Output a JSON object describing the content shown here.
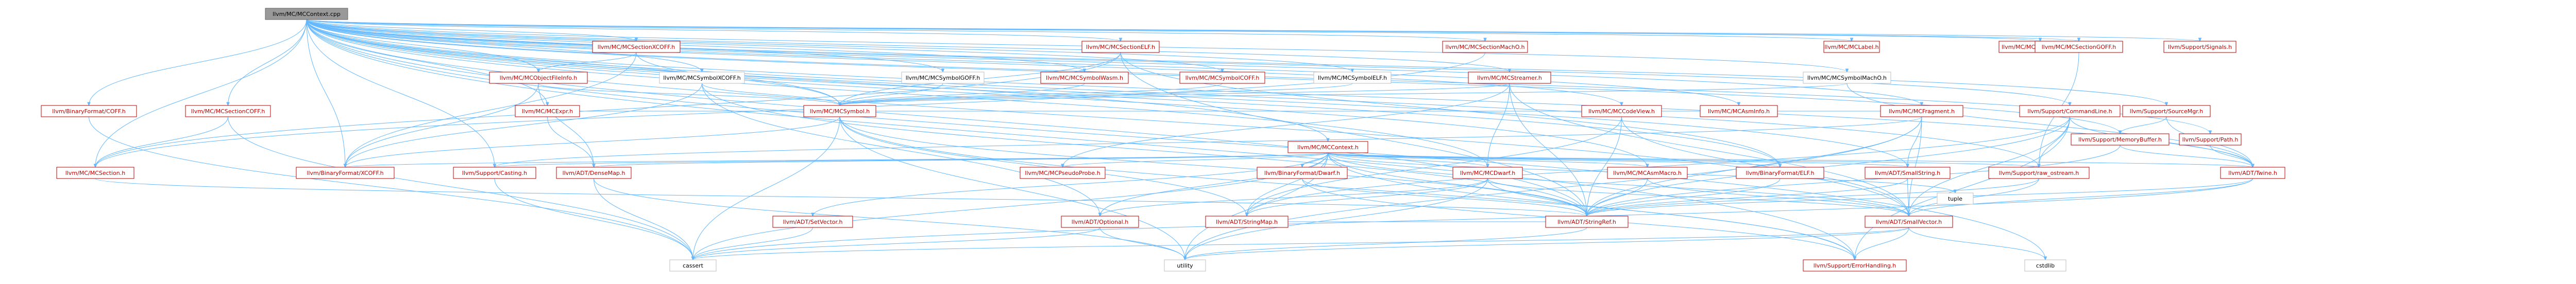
{
  "colors": {
    "edge": "#63b8ff",
    "root_fill": "#999999",
    "root_border": "#666666",
    "node_fill": "#ffffff",
    "node_border_red": "#bf0000",
    "node_border_gray": "#bfbfbf",
    "text_red": "#bf0000",
    "text_black": "#000000"
  },
  "nodes": [
    {
      "id": "root",
      "label": "llvm/MC/MCContext.cpp",
      "style": "root"
    },
    {
      "id": "mclabel",
      "label": "llvm/MC/MCLabel.h",
      "style": "red"
    },
    {
      "id": "secwasm",
      "label": "llvm/MC/MCSectionWasm.h",
      "style": "red"
    },
    {
      "id": "signals",
      "label": "llvm/Support/Signals.h",
      "style": "red"
    },
    {
      "id": "secxcoff",
      "label": "llvm/MC/MCSectionXCOFF.h",
      "style": "red"
    },
    {
      "id": "secelf",
      "label": "llvm/MC/MCSectionELF.h",
      "style": "red"
    },
    {
      "id": "secmacho",
      "label": "llvm/MC/MCSectionMachO.h",
      "style": "red"
    },
    {
      "id": "secgoff",
      "label": "llvm/MC/MCSectionGOFF.h",
      "style": "red"
    },
    {
      "id": "objfileinfo",
      "label": "llvm/MC/MCObjectFileInfo.h",
      "style": "red"
    },
    {
      "id": "symxcoff",
      "label": "llvm/MC/MCSymbolXCOFF.h",
      "style": "gray"
    },
    {
      "id": "symgoff",
      "label": "llvm/MC/MCSymbolGOFF.h",
      "style": "gray"
    },
    {
      "id": "symwasm",
      "label": "llvm/MC/MCSymbolWasm.h",
      "style": "red"
    },
    {
      "id": "symcoff",
      "label": "llvm/MC/MCSymbolCOFF.h",
      "style": "red"
    },
    {
      "id": "symelf",
      "label": "llvm/MC/MCSymbolELF.h",
      "style": "gray"
    },
    {
      "id": "streamer",
      "label": "llvm/MC/MCStreamer.h",
      "style": "red"
    },
    {
      "id": "symmacho",
      "label": "llvm/MC/MCSymbolMachO.h",
      "style": "gray"
    },
    {
      "id": "binfmtcoff",
      "label": "llvm/BinaryFormat/COFF.h",
      "style": "red"
    },
    {
      "id": "seccoff",
      "label": "llvm/MC/MCSectionCOFF.h",
      "style": "red"
    },
    {
      "id": "mcsymbol",
      "label": "llvm/MC/MCSymbol.h",
      "style": "red"
    },
    {
      "id": "mcexpr",
      "label": "llvm/MC/MCExpr.h",
      "style": "red"
    },
    {
      "id": "codeview",
      "label": "llvm/MC/MCCodeView.h",
      "style": "red"
    },
    {
      "id": "asminfo",
      "label": "llvm/MC/MCAsmInfo.h",
      "style": "red"
    },
    {
      "id": "fragment",
      "label": "llvm/MC/MCFragment.h",
      "style": "red"
    },
    {
      "id": "cmdline",
      "label": "llvm/Support/CommandLine.h",
      "style": "red"
    },
    {
      "id": "sourcemgr",
      "label": "llvm/Support/SourceMgr.h",
      "style": "red"
    },
    {
      "id": "path",
      "label": "llvm/Support/Path.h",
      "style": "red"
    },
    {
      "id": "membuf",
      "label": "llvm/Support/MemoryBuffer.h",
      "style": "red"
    },
    {
      "id": "mccontext",
      "label": "llvm/MC/MCContext.h",
      "style": "red"
    },
    {
      "id": "mcsection",
      "label": "llvm/MC/MCSection.h",
      "style": "red"
    },
    {
      "id": "binfmtxcoff",
      "label": "llvm/BinaryFormat/XCOFF.h",
      "style": "red"
    },
    {
      "id": "casting",
      "label": "llvm/Support/Casting.h",
      "style": "red"
    },
    {
      "id": "densemap",
      "label": "llvm/ADT/DenseMap.h",
      "style": "red"
    },
    {
      "id": "pseudoprobe",
      "label": "llvm/MC/MCPseudoProbe.h",
      "style": "red"
    },
    {
      "id": "dwarfbf",
      "label": "llvm/BinaryFormat/Dwarf.h",
      "style": "red"
    },
    {
      "id": "mcdwarf",
      "label": "llvm/MC/MCDwarf.h",
      "style": "red"
    },
    {
      "id": "asmmacro",
      "label": "llvm/MC/MCAsmMacro.h",
      "style": "red"
    },
    {
      "id": "elfbf",
      "label": "llvm/BinaryFormat/ELF.h",
      "style": "red"
    },
    {
      "id": "smallstring",
      "label": "llvm/ADT/SmallString.h",
      "style": "red"
    },
    {
      "id": "rawostream",
      "label": "llvm/Support/raw_ostream.h",
      "style": "red"
    },
    {
      "id": "twine",
      "label": "llvm/ADT/Twine.h",
      "style": "red"
    },
    {
      "id": "setvector",
      "label": "llvm/ADT/SetVector.h",
      "style": "red"
    },
    {
      "id": "optional",
      "label": "llvm/ADT/Optional.h",
      "style": "red"
    },
    {
      "id": "stringmap",
      "label": "llvm/ADT/StringMap.h",
      "style": "red"
    },
    {
      "id": "stringref",
      "label": "llvm/ADT/StringRef.h",
      "style": "red"
    },
    {
      "id": "smallvector",
      "label": "llvm/ADT/SmallVector.h",
      "style": "red"
    },
    {
      "id": "tuple",
      "label": "tuple",
      "style": "gray"
    },
    {
      "id": "cassert",
      "label": "cassert",
      "style": "gray"
    },
    {
      "id": "utility",
      "label": "utility",
      "style": "gray"
    },
    {
      "id": "errorhandling",
      "label": "llvm/Support/ErrorHandling.h",
      "style": "red"
    },
    {
      "id": "cstdlib",
      "label": "cstdlib",
      "style": "gray"
    }
  ]
}
